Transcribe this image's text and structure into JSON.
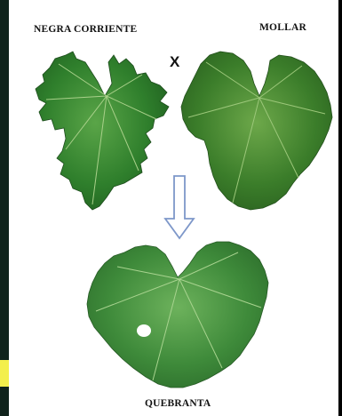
{
  "labels": {
    "parent_left": "NEGRA CORRIENTE",
    "parent_right": "MOLLAR",
    "cross_symbol": "X",
    "offspring": "QUEBRANTA"
  },
  "colors": {
    "leaf_left": "#2f7f2c",
    "leaf_right": "#3b7d2a",
    "leaf_bottom": "#3e8a3a",
    "arrow": "#7d97c9",
    "text": "#111111"
  }
}
